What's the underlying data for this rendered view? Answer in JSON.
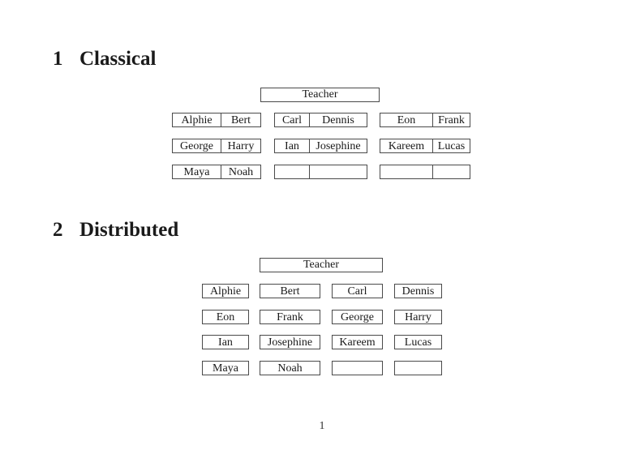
{
  "page": {
    "number": "1",
    "background_color": "#ffffff",
    "text_color": "#1a1a1a",
    "border_color": "#4a4a4a"
  },
  "sections": [
    {
      "number": "1",
      "title": "Classical"
    },
    {
      "number": "2",
      "title": "Distributed"
    }
  ],
  "classical": {
    "teacher_label": "Teacher",
    "groups": [
      {
        "rows": [
          [
            "Alphie",
            "Bert"
          ],
          [
            "George",
            "Harry"
          ],
          [
            "Maya",
            "Noah"
          ]
        ]
      },
      {
        "rows": [
          [
            "Carl",
            "Dennis"
          ],
          [
            "Ian",
            "Josephine"
          ],
          [
            "",
            ""
          ]
        ]
      },
      {
        "rows": [
          [
            "Eon",
            "Frank"
          ],
          [
            "Kareem",
            "Lucas"
          ],
          [
            "",
            ""
          ]
        ]
      }
    ]
  },
  "distributed": {
    "teacher_label": "Teacher",
    "rows": [
      [
        "Alphie",
        "Bert",
        "Carl",
        "Dennis"
      ],
      [
        "Eon",
        "Frank",
        "George",
        "Harry"
      ],
      [
        "Ian",
        "Josephine",
        "Kareem",
        "Lucas"
      ],
      [
        "Maya",
        "Noah",
        "",
        ""
      ]
    ]
  }
}
